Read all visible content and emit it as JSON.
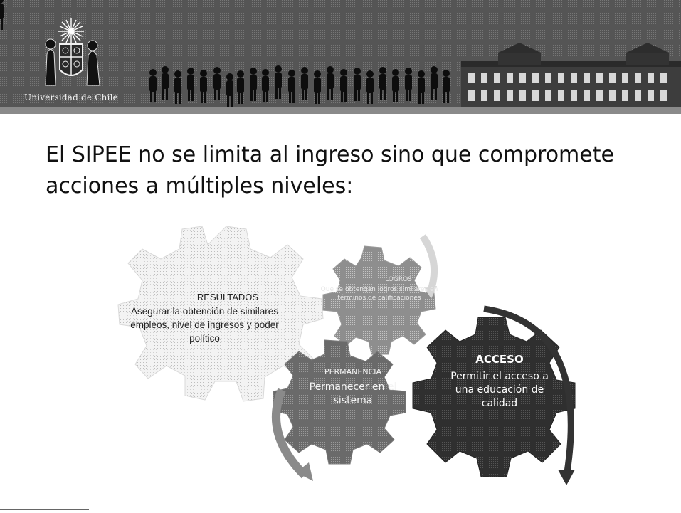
{
  "header": {
    "university_name": "Universidad de Chile"
  },
  "slide": {
    "title": "El SIPEE no se limita al ingreso sino que  compromete acciones a  múltiples niveles:"
  },
  "diagram": {
    "resultados": {
      "title": "RESULTADOS",
      "description": "Asegurar la obtención de similares empleos, nivel de ingresos y poder político"
    },
    "logros": {
      "title": "LOGROS",
      "description": "Que se obtengan logros similares en términos de calificaciones"
    },
    "permanencia": {
      "title": "PERMANENCIA",
      "description": "Permanecer en el sistema"
    },
    "acceso": {
      "title": "ACCESO",
      "description": "Permitir el acceso a una educación de calidad"
    }
  }
}
